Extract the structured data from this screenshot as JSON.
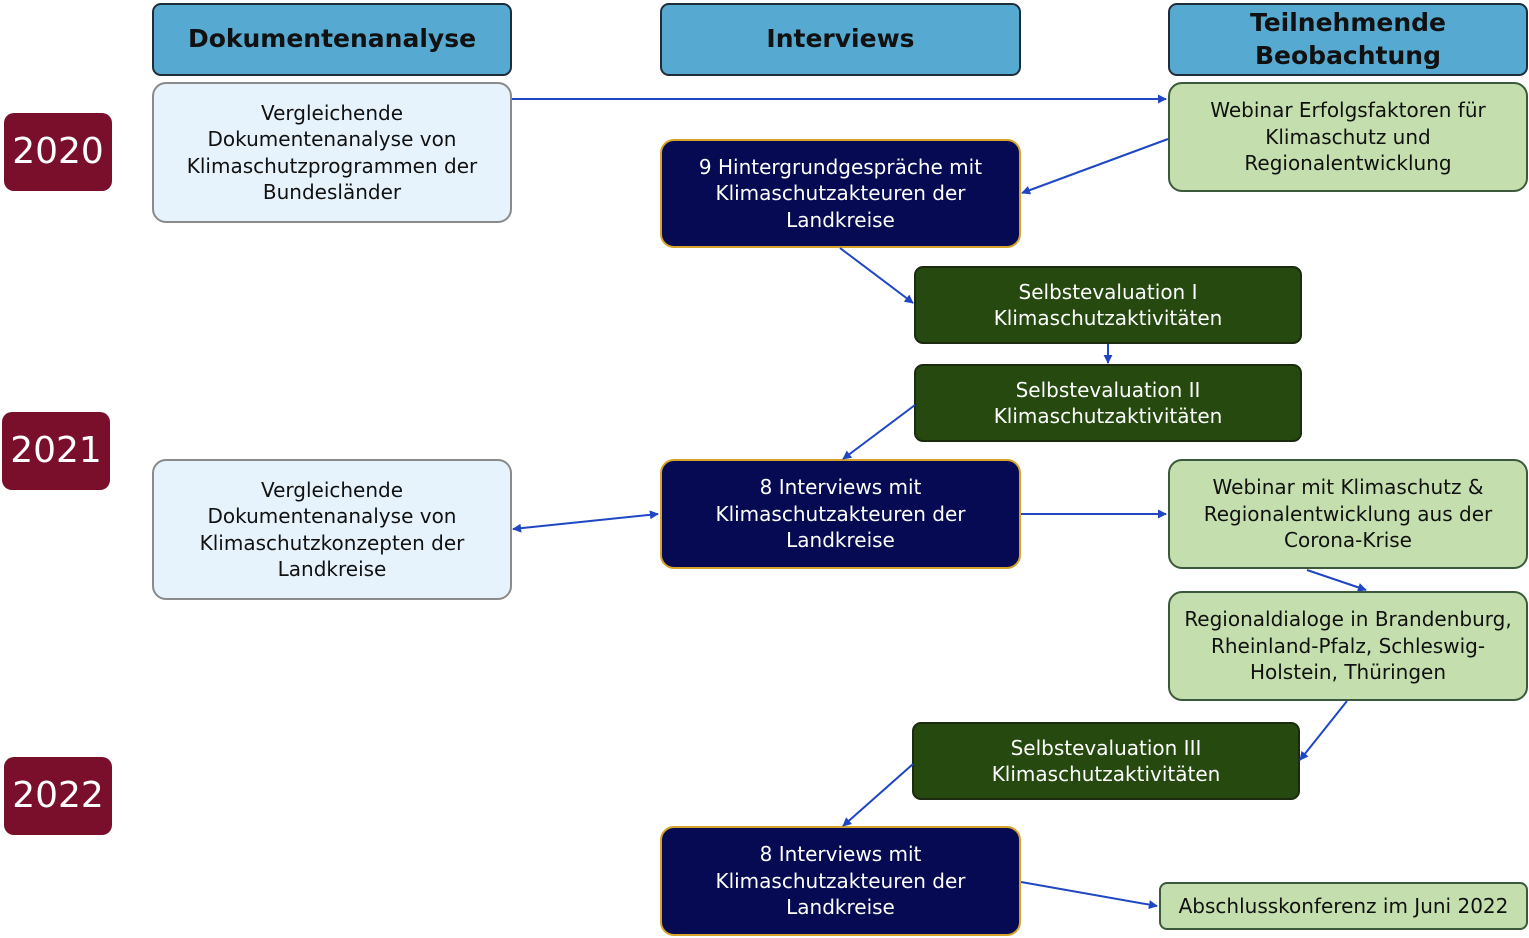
{
  "headers": {
    "dokumentenanalyse": "Dokumentenanalyse",
    "interviews": "Interviews",
    "teilnehmende": "Teilnehmende\nBeobachtung"
  },
  "years": {
    "y2020": "2020",
    "y2021": "2021",
    "y2022": "2022"
  },
  "nodes": {
    "doc_bundeslaender": "Vergleichende\nDokumentenanalyse von\nKlimaschutzprogrammen der\nBundesländer",
    "webinar_erfolgsfaktoren": "Webinar Erfolgsfaktoren für\nKlimaschutz und\nRegionalentwicklung",
    "hintergrundgespraeche": "9 Hintergrundgespräche mit\nKlimaschutzakteuren der\nLandkreise",
    "selbstevaluation_1": "Selbstevaluation I\nKlimaschutzaktivitäten",
    "selbstevaluation_2": "Selbstevaluation II\nKlimaschutzaktivitäten",
    "doc_landkreise": "Vergleichende\nDokumentenanalyse von\nKlimaschutzkonzepten der\nLandkreise",
    "interviews_2021": "8 Interviews mit\nKlimaschutzakteuren der\nLandkreise",
    "webinar_corona": "Webinar mit Klimaschutz &\nRegionalentwicklung aus der\nCorona-Krise",
    "regionaldialoge": "Regionaldialoge in Brandenburg,\nRheinland-Pfalz, Schleswig-\nHolstein, Thüringen",
    "selbstevaluation_3": "Selbstevaluation III\nKlimaschutzaktivitäten",
    "interviews_2022": "8 Interviews mit\nKlimaschutzakteuren der\nLandkreise",
    "abschlusskonferenz": "Abschlusskonferenz  im Juni 2022"
  },
  "colors": {
    "header": "#56aad2",
    "doc": "#e6f3fc",
    "interview": "#060a52",
    "selbstevaluation": "#25490f",
    "beobachtung": "#c4dfad",
    "year": "#7a0f2b",
    "arrow": "#1f47c4"
  }
}
